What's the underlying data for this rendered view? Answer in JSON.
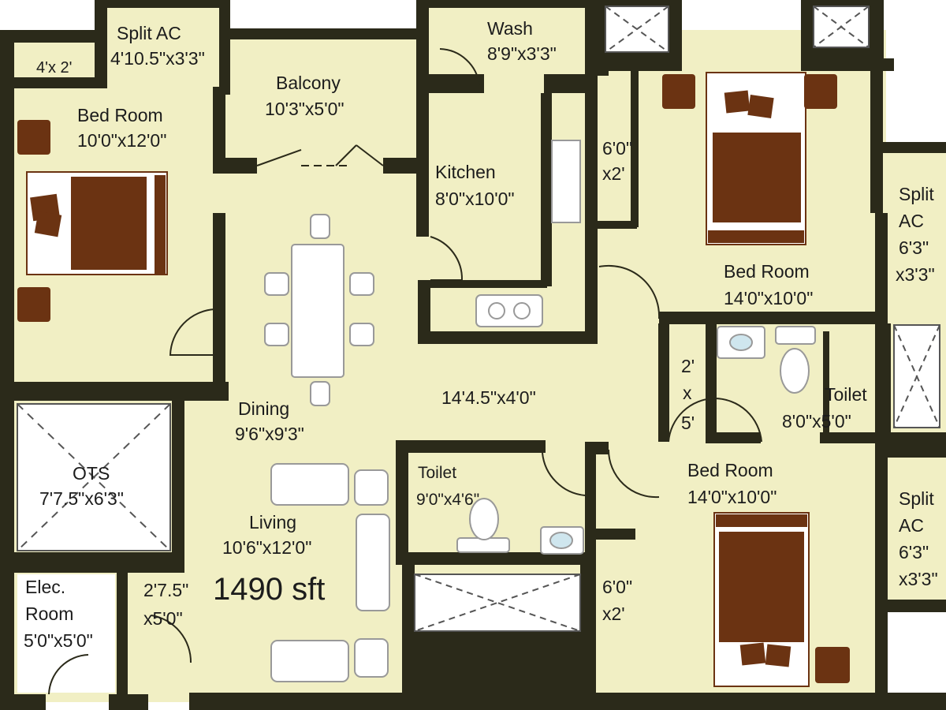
{
  "colors": {
    "wall": "#2b2a1a",
    "floor": "#f1efc4",
    "bed": "#6b3312",
    "furniture": "#ffffff",
    "sink_blue": "#cfe6ee"
  },
  "rooms": {
    "split_ac_tl": {
      "name": "Split AC",
      "dim": "4'10.5\"x3'3\""
    },
    "small_4x2": {
      "dim": "4'x 2'"
    },
    "bedroom_left": {
      "name": "Bed Room",
      "dim": "10'0\"x12'0\""
    },
    "balcony": {
      "name": "Balcony",
      "dim": "10'3\"x5'0\""
    },
    "wash": {
      "name": "Wash",
      "dim": "8'9\"x3'3\""
    },
    "kitchen": {
      "name": "Kitchen",
      "dim": "8'0\"x10'0\""
    },
    "closet_top": {
      "dim_a": "6'0\"",
      "dim_b": "x2'"
    },
    "split_ac_right_top": {
      "l1": "Split",
      "l2": "AC",
      "l3": "6'3\"",
      "l4": "x3'3\""
    },
    "bedroom_right_top": {
      "name": "Bed Room",
      "dim": "14'0\"x10'0\""
    },
    "passage": {
      "dim": "14'4.5\"x4'0\""
    },
    "closet_2x5": {
      "l1": "2'",
      "l2": "x",
      "l3": "5'"
    },
    "toilet_right": {
      "name": "Toilet",
      "dim": "8'0\"x5'0\""
    },
    "dining": {
      "name": "Dining",
      "dim": "9'6\"x9'3\""
    },
    "ots": {
      "name": "OTS",
      "dim": "7'7.5\"x6'3\""
    },
    "toilet_center": {
      "name": "Toilet",
      "dim": "9'0\"x4'6\""
    },
    "bedroom_right_bottom": {
      "name": "Bed Room",
      "dim": "14'0\"x10'0\""
    },
    "split_ac_right_bottom": {
      "l1": "Split",
      "l2": "AC",
      "l3": "6'3\"",
      "l4": "x3'3\""
    },
    "living": {
      "name": "Living",
      "dim": "10'6\"x12'0\""
    },
    "area": {
      "text": "1490 sft"
    },
    "elec_room": {
      "l1": "Elec.",
      "l2": "Room",
      "dim": "5'0\"x5'0\""
    },
    "small_passage": {
      "l1": "2'7.5\"",
      "l2": "x5'0\""
    },
    "closet_bottom": {
      "dim_a": "6'0\"",
      "dim_b": "x2'"
    }
  }
}
